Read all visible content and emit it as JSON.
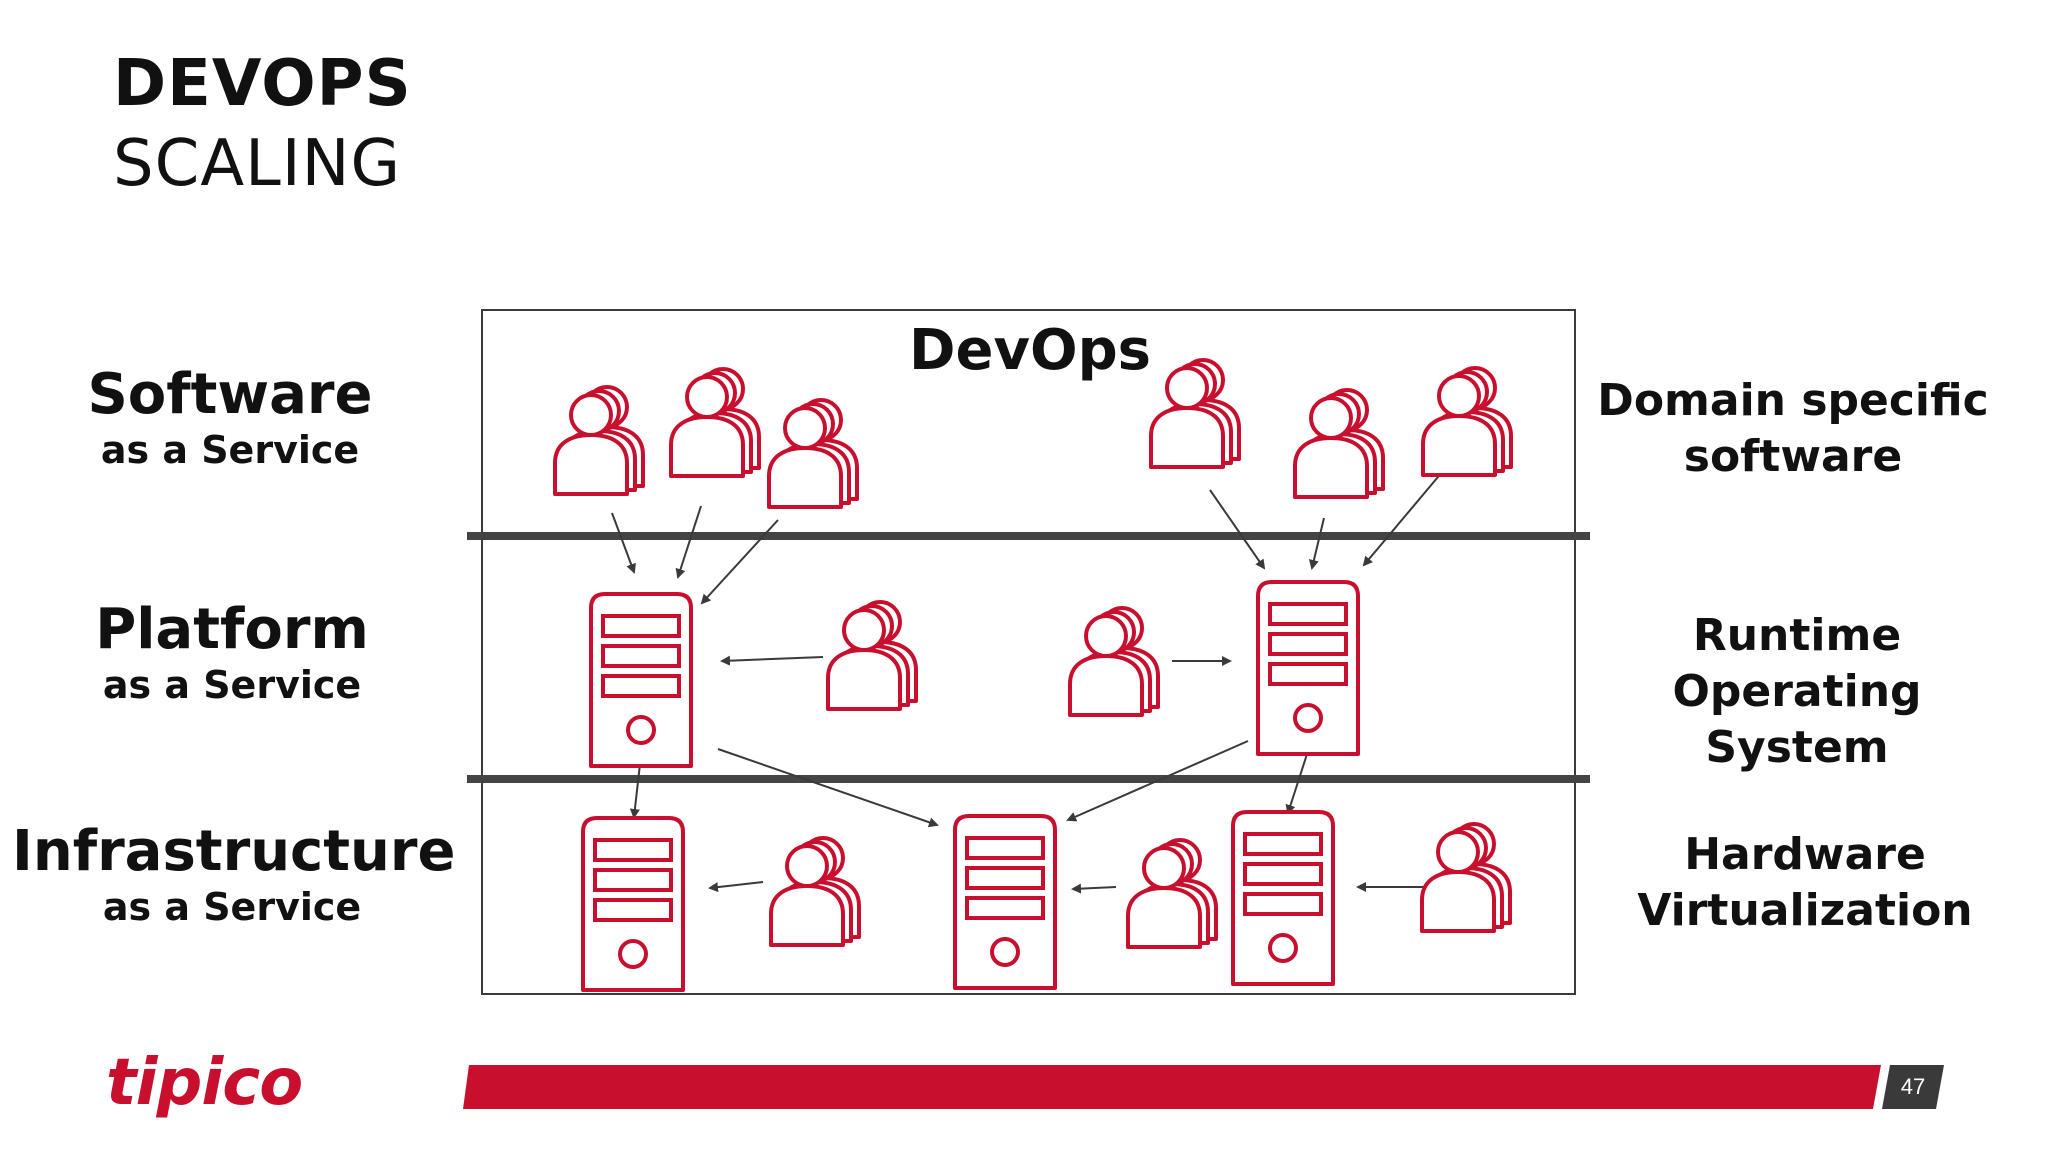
{
  "title": {
    "main": "DEVOPS",
    "sub": "SCALING"
  },
  "diagram": {
    "header": "DevOps",
    "layers": [
      {
        "name": "Software",
        "sub": "as a Service",
        "right": [
          "Domain specific",
          "software"
        ]
      },
      {
        "name": "Platform",
        "sub": "as a Service",
        "right": [
          "Runtime",
          "Operating System"
        ]
      },
      {
        "name": "Infrastructure",
        "sub": "as a Service",
        "right": [
          "Hardware",
          "Virtualization"
        ]
      }
    ]
  },
  "footer": {
    "logo": "tipico",
    "page_number": "47"
  },
  "colors": {
    "accent": "#c8102e",
    "text": "#111111",
    "line": "#3a3a3a",
    "page_badge": "#3a3a3a"
  }
}
